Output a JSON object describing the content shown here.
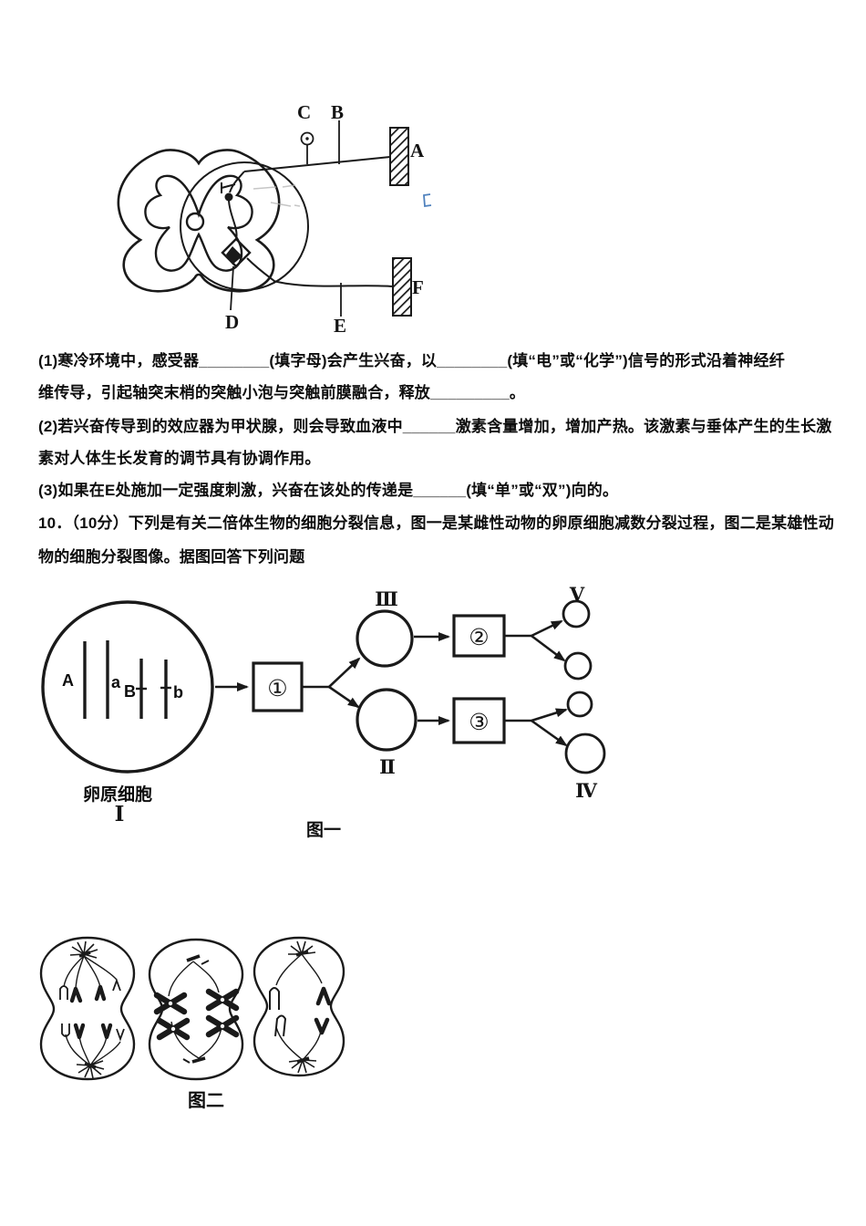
{
  "colors": {
    "ink": "#1a1a1a",
    "faint": "#b3b3b3",
    "blue_artifact": "#4f81bd"
  },
  "reflex_figure": {
    "labels": {
      "A": "A",
      "B": "B",
      "C": "C",
      "D": "D",
      "E": "E",
      "F": "F"
    }
  },
  "question9": {
    "part1_line1": "(1)寒冷环境中，感受器________(填字母)会产生兴奋，以________(填“电”或“化学”)信号的形式沿着神经纤",
    "part1_line2": "维传导，引起轴突末梢的突触小泡与突触前膜融合，释放_________。",
    "part2_line1": "(2)若兴奋传导到的效应器为甲状腺，则会导致血液中______激素含量增加，增加产热。该激素与垂体产生的生长激",
    "part2_line2": "素对人体生长发育的调节具有协调作用。",
    "part3_line1": "(3)如果在E处施加一定强度刺激，兴奋在该处的传递是______(填“单”或“双”)向的。"
  },
  "question10": {
    "line1": "10．（10分）下列是有关二倍体生物的细胞分裂信息，图一是某雌性动物的卵原细胞减数分裂过程，图二是某雄性动",
    "line2": "物的细胞分裂图像。据图回答下列问题"
  },
  "figure1": {
    "cell_name": "卵原细胞",
    "caption": "图一",
    "chromosome_labels": {
      "A": "A",
      "a": "a",
      "B": "B",
      "b": "b"
    },
    "step_boxes": {
      "s1": "①",
      "s2": "②",
      "s3": "③"
    },
    "stage_labels": {
      "I": "Ⅰ",
      "II": "Ⅱ",
      "III": "Ⅲ",
      "IV": "Ⅳ",
      "V": "Ⅴ"
    }
  },
  "figure2": {
    "caption": "图二"
  }
}
